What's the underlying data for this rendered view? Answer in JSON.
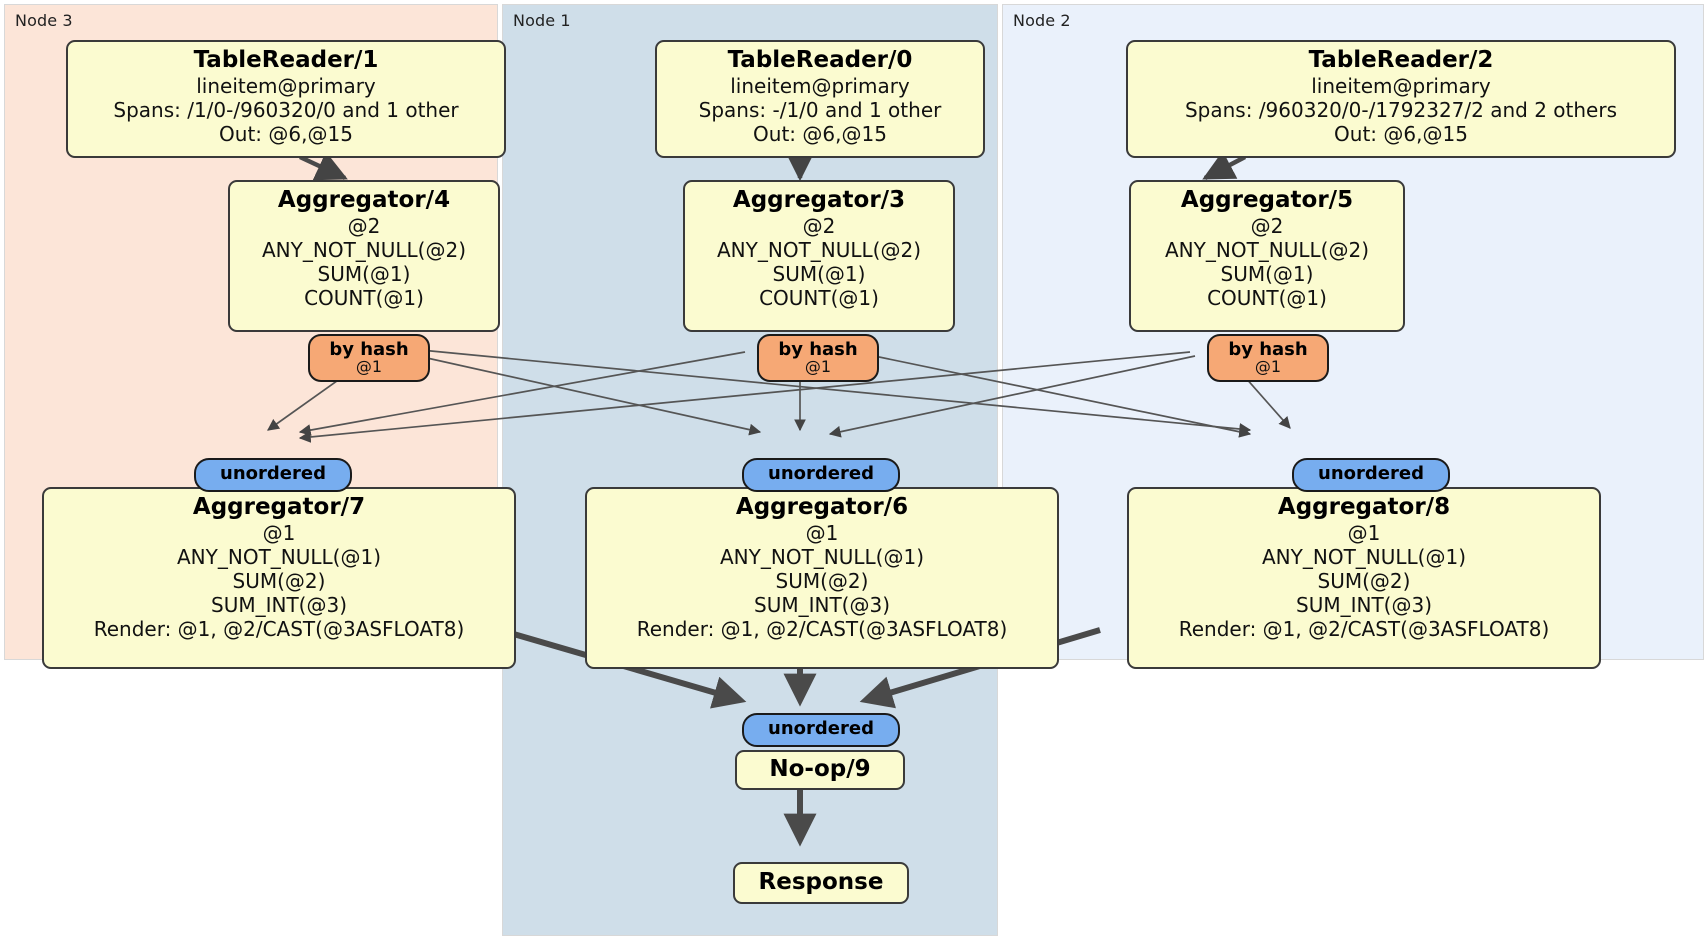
{
  "diagram": {
    "type": "distributed-query-plan",
    "nodes": [
      {
        "id": "node3",
        "label": "Node 3"
      },
      {
        "id": "node1",
        "label": "Node 1"
      },
      {
        "id": "node2",
        "label": "Node 2"
      }
    ],
    "colors": {
      "node3_bg": "#fce5d8",
      "node1_bg": "#cfdee9",
      "node2_bg": "#eaf1fb",
      "processor_bg": "#fbfbd0",
      "hash_router": "#f6a875",
      "unordered_router": "#77adef",
      "edge": "#444444"
    },
    "processors": {
      "tablereader1": {
        "title": "TableReader/1",
        "lines": [
          "lineitem@primary",
          "Spans: /1/0-/960320/0 and 1 other",
          "Out: @6,@15"
        ]
      },
      "tablereader0": {
        "title": "TableReader/0",
        "lines": [
          "lineitem@primary",
          "Spans: -/1/0 and 1 other",
          "Out: @6,@15"
        ]
      },
      "tablereader2": {
        "title": "TableReader/2",
        "lines": [
          "lineitem@primary",
          "Spans: /960320/0-/1792327/2 and 2 others",
          "Out: @6,@15"
        ]
      },
      "aggregator4": {
        "title": "Aggregator/4",
        "lines": [
          "@2",
          "ANY_NOT_NULL(@2)",
          "SUM(@1)",
          "COUNT(@1)"
        ]
      },
      "aggregator3": {
        "title": "Aggregator/3",
        "lines": [
          "@2",
          "ANY_NOT_NULL(@2)",
          "SUM(@1)",
          "COUNT(@1)"
        ]
      },
      "aggregator5": {
        "title": "Aggregator/5",
        "lines": [
          "@2",
          "ANY_NOT_NULL(@2)",
          "SUM(@1)",
          "COUNT(@1)"
        ]
      },
      "aggregator7": {
        "title": "Aggregator/7",
        "lines": [
          "@1",
          "ANY_NOT_NULL(@1)",
          "SUM(@2)",
          "SUM_INT(@3)",
          "Render: @1, @2/CAST(@3ASFLOAT8)"
        ]
      },
      "aggregator6": {
        "title": "Aggregator/6",
        "lines": [
          "@1",
          "ANY_NOT_NULL(@1)",
          "SUM(@2)",
          "SUM_INT(@3)",
          "Render: @1, @2/CAST(@3ASFLOAT8)"
        ]
      },
      "aggregator8": {
        "title": "Aggregator/8",
        "lines": [
          "@1",
          "ANY_NOT_NULL(@1)",
          "SUM(@2)",
          "SUM_INT(@3)",
          "Render: @1, @2/CAST(@3ASFLOAT8)"
        ]
      },
      "noop9": {
        "title": "No-op/9",
        "lines": []
      },
      "response": {
        "title": "Response",
        "lines": []
      }
    },
    "routers": {
      "hash_left": {
        "label": "by hash",
        "sub": "@1"
      },
      "hash_center": {
        "label": "by hash",
        "sub": "@1"
      },
      "hash_right": {
        "label": "by hash",
        "sub": "@1"
      },
      "unordered_left": {
        "label": "unordered"
      },
      "unordered_center": {
        "label": "unordered"
      },
      "unordered_right": {
        "label": "unordered"
      },
      "unordered_final": {
        "label": "unordered"
      }
    }
  }
}
